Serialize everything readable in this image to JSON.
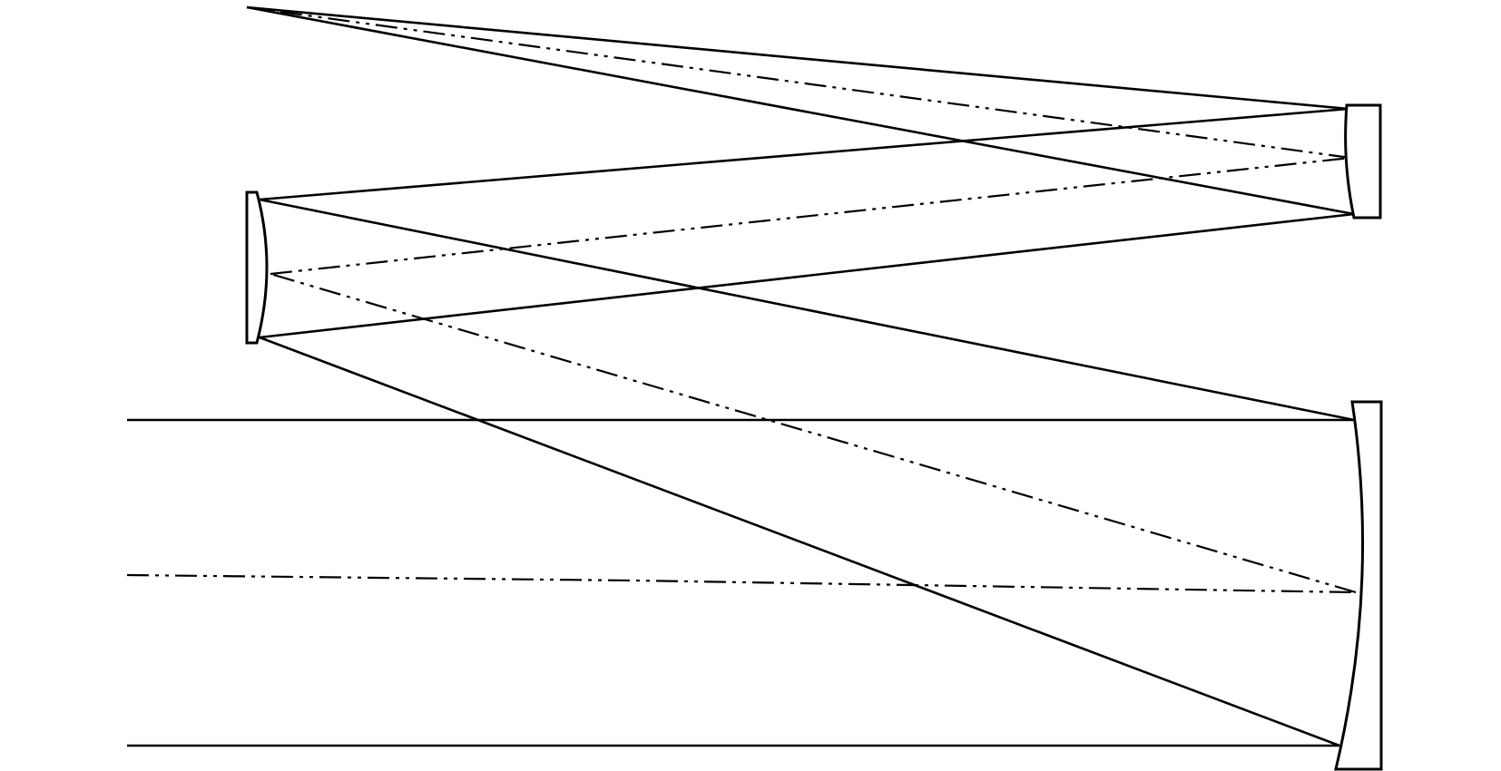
{
  "diagram": {
    "type": "three-mirror optical layout (ray trace)",
    "background": "#ffffff",
    "line_color": "#000000",
    "elements": [
      {
        "name": "primary-mirror",
        "shape": "concave"
      },
      {
        "name": "secondary-mirror",
        "shape": "convex"
      },
      {
        "name": "tertiary-mirror",
        "shape": "concave"
      }
    ],
    "ray_styles": {
      "marginal": "solid",
      "chief": "dash-dot-dot"
    }
  }
}
